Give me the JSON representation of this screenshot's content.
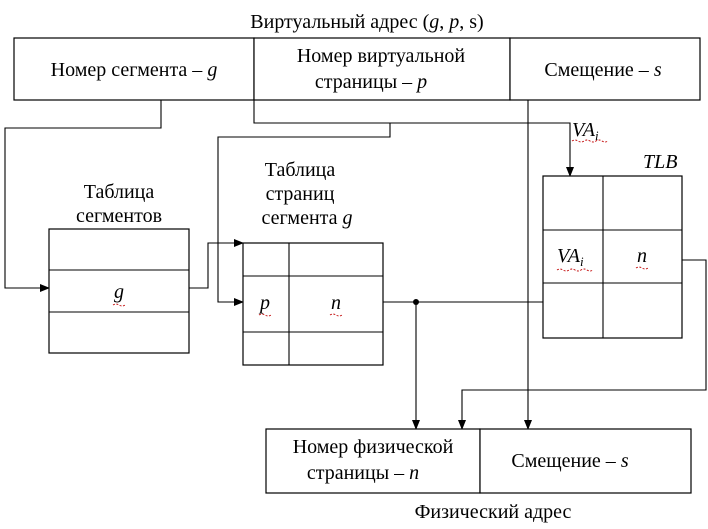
{
  "virtual_address": {
    "title_prefix": "Виртуальный адрес (",
    "title_g": "g",
    "title_sep1": ", ",
    "title_p": "p",
    "title_sep2": ", s)",
    "segment_label": "Номер сегмента – ",
    "segment_var": "g",
    "page_line1": "Номер виртуальной",
    "page_line2": "страницы – ",
    "page_var": "p",
    "offset_label": "Смещение – ",
    "offset_var": "s"
  },
  "va_label": {
    "main": "VA",
    "sub": "i"
  },
  "tlb": {
    "title": "TLB",
    "entry_main": "VA",
    "entry_sub": "i",
    "entry_value": "n"
  },
  "segment_table": {
    "title_line1": "Таблица",
    "title_line2": "сегментов",
    "entry": "g"
  },
  "page_table": {
    "title_line1": "Таблица",
    "title_line2": "страниц",
    "title_line3": "сегмента ",
    "title_var": "g",
    "entry_key": "p",
    "entry_value": "n"
  },
  "physical_address": {
    "frame_line1": "Номер физической",
    "frame_line2": "страницы – ",
    "frame_var": "n",
    "offset_label": "Смещение – ",
    "offset_var": "s",
    "caption": "Физический адрес"
  }
}
